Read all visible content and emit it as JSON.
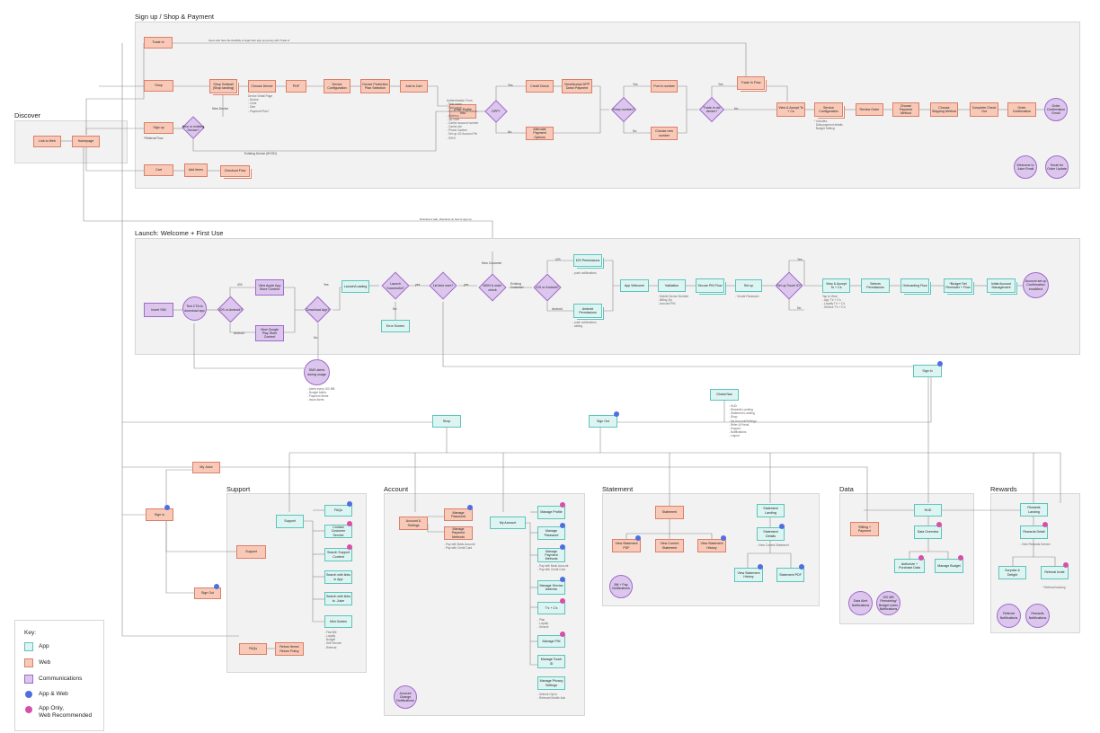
{
  "sections": {
    "discover": "Discover",
    "signup": "Sign up / Shop & Payment",
    "launch": "Launch:  Welcome + First Use",
    "support": "Support",
    "account": "Account",
    "statement": "Statement",
    "data": "Data",
    "rewards": "Rewards"
  },
  "key": {
    "title": "Key:",
    "app": "App",
    "web": "Web",
    "comm": "Communications",
    "appweb": "App & Web",
    "apponly": "App Only,\nWeb Recommended"
  },
  "colors": {
    "web": "#f9c9b7",
    "app": "#dcf5f3",
    "communications": "#dcc6ee",
    "app_and_web": "#4f6fe0",
    "app_only": "#d84fa8"
  },
  "nodes": {
    "link_to_web": "Link to Web",
    "homepage": "Homepage",
    "trade_in": "Trade In",
    "shop": "Shop",
    "sign_up": "Sign up",
    "cart": "Cart",
    "shop_gridwall": "Shop Gridwall (Shop landing)",
    "choose_device": "Choose Device",
    "pdp": "PDP",
    "device_config": "Device Configuration",
    "device_protection": "Device Protection Plan Selection",
    "add_to_cart": "Add to Cart",
    "new_or_existing": "New or existing Device?",
    "add_items": "Add Items",
    "checkout_flow": "Checkout Flow",
    "enter_profile": "Enter Profile Info",
    "dpp": "DPP?",
    "credit_check": "Credit Check",
    "view_accept_dpp": "View/Accept DPP Down Payment",
    "alt_payment": "Alternate Payment Options",
    "keep_number": "Keep number?",
    "port_in": "Port in number",
    "choose_new_number": "Choose new number",
    "trade_in_old": "Trade in old device?",
    "trade_in_flow": "Trade In Flow",
    "view_accept_tcs": "View & Accept Ts + Cs",
    "service_config": "Service Configuration",
    "review_order": "Review Order",
    "choose_payment": "Choose Payment Method",
    "choose_shipping": "Choose Shipping Method",
    "complete_checkout": "Complete Check Out",
    "order_confirmation": "Order Confirmation",
    "order_conf_email": "Order Confirmation Email",
    "welcome_email": "Welcome to Juice Email",
    "email_order_update": "Email for Order Update",
    "insert_sim": "Insert SIM",
    "text_cta": "Text CTA to download app",
    "ios_android": "iOS or Android?",
    "apple_store": "View Apple App Store Content",
    "google_store": "View Google Play Store Content",
    "download_app": "Download App?",
    "launch_loading": "Launch/Loading",
    "launch_successful": "Launch Successful?",
    "error_screen": "Error Screen",
    "first_time_user": "1st time user?",
    "mdn_order": "MDN & order check",
    "ios_android2": "iOS or Android?",
    "ios_permissions": "iOS Permissions",
    "android_permissions": "Android Permissions",
    "app_welcome": "App Welcome",
    "validation": "Validation",
    "secure_pin": "Secure PIN Flow",
    "set_up": "Set up",
    "touch_id": "Set up Touch ID?",
    "view_accept_tcs2": "View & Accept Ts + Cs",
    "selects_permissions": "Selects Permissions",
    "onboarding": "Onboarding Flow",
    "budget_set": "*Budget Set Reminder + Flow",
    "initial_account": "Initial Account Management",
    "account_email": "Account set up Confirmation email/text",
    "sms_alerts": "SMS alerts during usage",
    "sign_in_app": "Sign In",
    "global_nav": "Global Nav",
    "shop_app": "Shop",
    "sign_out_app": "Sign Out",
    "my_juice": "My Juice",
    "sign_in_web": "Sign In",
    "support_web": "Support",
    "sign_out_web": "Sign Out",
    "faqs_web": "FAQs",
    "return_items": "Return Items/ Return Policy",
    "support_app": "Support",
    "faqs_app": "FAQs",
    "contact_cs": "Contact Customer Service",
    "search_support": "Search Support Content",
    "search_links_app": "Search with links in App",
    "search_links_juice": "Search with links to .Juice",
    "mini_guides": "Mini Guides",
    "account_settings": "Account & Settings",
    "manage_password_web": "Manage Password",
    "manage_payment_web": "Manage Payment Methods",
    "my_account": "My Account",
    "manage_profile": "Manage Profile",
    "manage_password": "Manage Password",
    "manage_payment": "Manage Payment Methods",
    "manage_service_addr": "Manage Service Address",
    "tcs": "T's + C's",
    "manage_pin": "Manage PIN",
    "manage_touch_id": "Manage Touch ID",
    "manage_privacy": "Manage Privacy Settings",
    "account_change_notif": "Account Change Notifications",
    "statement_web": "Statement",
    "view_statement_pdf": "View Statement PDF",
    "view_current_statement": "View Current Statement",
    "view_statement_history": "View Statement History",
    "bill_pay_notif": "Bill + Pay Notifications",
    "statement_landing": "Statement Landing",
    "statement_details": "Statement Details",
    "view_statement_history_app": "View Statement History",
    "statement_pdf_app": "Statement PDF",
    "billing_payment": "*Billing + Payment",
    "hud": "HUD",
    "data_overview": "Data Overview",
    "authorize_purchase": "Authorize + Purchase Data",
    "manage_budget": "Manage Budget",
    "data_alert_notif": "Data Alert Notifications",
    "mb_remaining": "100 MB Remaining/ Budget notes Notifications",
    "rewards_landing": "Rewards Landing",
    "rewards_detail": "Rewards Detail",
    "surprise_delight": "Surprise & Delight",
    "referral_invite": "Referral Invite",
    "referral_notif": "Referral Notifications",
    "rewards_notif": "Rewards Notifications"
  },
  "labels": {
    "referral_flow": "*Referral Flow",
    "new_device": "New Device",
    "existing_device": "Existing Device (BYOD)",
    "yes1": "Yes",
    "no1": "No",
    "yes2": "Yes",
    "no2": "No",
    "yes3": "Yes",
    "no3": "No",
    "ios1": "iOS",
    "android1": "Android",
    "yes4": "Yes",
    "no4": "No",
    "yes5": "yes",
    "no5": "No",
    "yes6": "yes",
    "new_customer": "New Customer",
    "existing_customer": "Existing Customer",
    "ios2": "iOS",
    "android2": "Android",
    "yes7": "Yes",
    "no7": "No",
    "trade_in_note": "Users who have the flexibility to begin their sign up journey with 'Trade In'",
    "redirect_note": "Directed to web, directions on how to sign up"
  },
  "notes": {
    "device_detail": "Device Detail Page\n- Device\n- Color\n- Size\n- Payment Plan?",
    "auth_form": "Authentication Form\n- First name\n- Last name\n- Credit card information\n- Address\n- Zip code\n- Carrier account number\n- Carrier pin\n- Phone number\n- Set up 4/2 Account Pin\n- SSN?",
    "service_notes": "* Includes:\n  Data payment details\n  Budget Setting",
    "ios_push": "- push notifications",
    "android_push": "- push notifications\n- calling",
    "validation_notes": "- Mobile Device Number\n- Billing Zip\n- Account PIN",
    "create_password": "- Create Password",
    "tcs_notes": "Tap to View:\n- App T's + C's\n- Loyalty T's + C's\n- Service T's + C's",
    "sms_notes": "- Alerts every 100 MB\n- Budget Alerts\n- Payment Alerts\n- Issue Alerts",
    "global_nav_notes": "- HUD\n- Rewards Landing\n- Statement Landing\n- Shop\n- My Account/Settings\n- Refer A Friend\n- Support\n- Notifications\n- Logout",
    "manage_payment_web_notes": "- Pay with Bank Account\n- Pay with Credit Card",
    "manage_payment_app_notes": "- Pay with Bank Account\n- Pay with Credit Card",
    "tcs_app_notes": "- Plan\n- Loyalty\n- Service",
    "privacy_notes": "- Selects Opt-In\n- Relevant Mobile Ads",
    "mini_guides_notes": "- First Bill\n- Loyalty\n- Budget\n- Self Service\n- Referral",
    "view_current_stmt": "- View Current Statement",
    "rewards_earned": "- View Rewards Earned",
    "referral_tracking": "* Referral tracking"
  }
}
